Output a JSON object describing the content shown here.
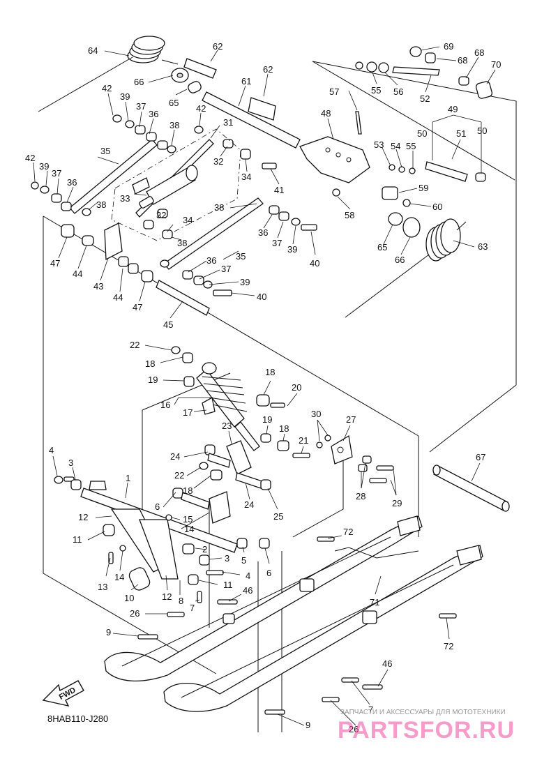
{
  "diagram_code": "8HAB110-J280",
  "fwd_label": "FWD",
  "watermark": {
    "tagline": "ЗАПЧАСТИ И АКСЕССУАРЫ ДЛЯ МОТОТЕХНИКИ",
    "brand": "PARTSFOR.RU"
  },
  "callouts": [
    {
      "id": "c64a",
      "text": "64"
    },
    {
      "id": "c62a",
      "text": "62"
    },
    {
      "id": "c62b",
      "text": "62"
    },
    {
      "id": "c66a",
      "text": "66"
    },
    {
      "id": "c65a",
      "text": "65"
    },
    {
      "id": "c61",
      "text": "61"
    },
    {
      "id": "c42a",
      "text": "42"
    },
    {
      "id": "c39a",
      "text": "39"
    },
    {
      "id": "c37a",
      "text": "37"
    },
    {
      "id": "c36a",
      "text": "36"
    },
    {
      "id": "c38a",
      "text": "38"
    },
    {
      "id": "c42b",
      "text": "42"
    },
    {
      "id": "c31",
      "text": "31"
    },
    {
      "id": "c35a",
      "text": "35"
    },
    {
      "id": "c42c",
      "text": "42"
    },
    {
      "id": "c39b",
      "text": "39"
    },
    {
      "id": "c37b",
      "text": "37"
    },
    {
      "id": "c36b",
      "text": "36"
    },
    {
      "id": "c32a",
      "text": "32"
    },
    {
      "id": "c34a",
      "text": "34"
    },
    {
      "id": "c33",
      "text": "33"
    },
    {
      "id": "c38b",
      "text": "38"
    },
    {
      "id": "c32b",
      "text": "32"
    },
    {
      "id": "c34b",
      "text": "34"
    },
    {
      "id": "c38c",
      "text": "38"
    },
    {
      "id": "c41",
      "text": "41"
    },
    {
      "id": "c38d",
      "text": "38"
    },
    {
      "id": "c36c",
      "text": "36"
    },
    {
      "id": "c37c",
      "text": "37"
    },
    {
      "id": "c39c",
      "text": "39"
    },
    {
      "id": "c40a",
      "text": "40"
    },
    {
      "id": "c47a",
      "text": "47"
    },
    {
      "id": "c44a",
      "text": "44"
    },
    {
      "id": "c43",
      "text": "43"
    },
    {
      "id": "c44b",
      "text": "44"
    },
    {
      "id": "c47b",
      "text": "47"
    },
    {
      "id": "c35b",
      "text": "35"
    },
    {
      "id": "c36d",
      "text": "36"
    },
    {
      "id": "c37d",
      "text": "37"
    },
    {
      "id": "c39d",
      "text": "39"
    },
    {
      "id": "c40b",
      "text": "40"
    },
    {
      "id": "c45",
      "text": "45"
    },
    {
      "id": "c69",
      "text": "69"
    },
    {
      "id": "c68a",
      "text": "68"
    },
    {
      "id": "c68b",
      "text": "68"
    },
    {
      "id": "c70",
      "text": "70"
    },
    {
      "id": "c55a",
      "text": "55"
    },
    {
      "id": "c56",
      "text": "56"
    },
    {
      "id": "c52",
      "text": "52"
    },
    {
      "id": "c57",
      "text": "57"
    },
    {
      "id": "c48",
      "text": "48"
    },
    {
      "id": "c49",
      "text": "49"
    },
    {
      "id": "c50a",
      "text": "50"
    },
    {
      "id": "c51",
      "text": "51"
    },
    {
      "id": "c50b",
      "text": "50"
    },
    {
      "id": "c53",
      "text": "53"
    },
    {
      "id": "c54",
      "text": "54"
    },
    {
      "id": "c55b",
      "text": "55"
    },
    {
      "id": "c59",
      "text": "59"
    },
    {
      "id": "c60",
      "text": "60"
    },
    {
      "id": "c58",
      "text": "58"
    },
    {
      "id": "c65b",
      "text": "65"
    },
    {
      "id": "c66b",
      "text": "66"
    },
    {
      "id": "c63",
      "text": "63"
    },
    {
      "id": "c22a",
      "text": "22"
    },
    {
      "id": "c18a",
      "text": "18"
    },
    {
      "id": "c19a",
      "text": "19"
    },
    {
      "id": "c16",
      "text": "16"
    },
    {
      "id": "c17",
      "text": "17"
    },
    {
      "id": "c18b",
      "text": "18"
    },
    {
      "id": "c20",
      "text": "20"
    },
    {
      "id": "c19b",
      "text": "19"
    },
    {
      "id": "c18c",
      "text": "18"
    },
    {
      "id": "c21",
      "text": "21"
    },
    {
      "id": "c30",
      "text": "30"
    },
    {
      "id": "c27",
      "text": "27"
    },
    {
      "id": "c23",
      "text": "23"
    },
    {
      "id": "c24a",
      "text": "24"
    },
    {
      "id": "c22b",
      "text": "22"
    },
    {
      "id": "c18d",
      "text": "18"
    },
    {
      "id": "c24b",
      "text": "24"
    },
    {
      "id": "c25",
      "text": "25"
    },
    {
      "id": "c28",
      "text": "28"
    },
    {
      "id": "c29",
      "text": "29"
    },
    {
      "id": "c67",
      "text": "67"
    },
    {
      "id": "c4a",
      "text": "4"
    },
    {
      "id": "c3a",
      "text": "3"
    },
    {
      "id": "c1",
      "text": "1"
    },
    {
      "id": "c6a",
      "text": "6"
    },
    {
      "id": "c15",
      "text": "15"
    },
    {
      "id": "c14a",
      "text": "14"
    },
    {
      "id": "c12a",
      "text": "12"
    },
    {
      "id": "c11a",
      "text": "11"
    },
    {
      "id": "c2",
      "text": "2"
    },
    {
      "id": "c3b",
      "text": "3"
    },
    {
      "id": "c5",
      "text": "5"
    },
    {
      "id": "c6b",
      "text": "6"
    },
    {
      "id": "c4b",
      "text": "4"
    },
    {
      "id": "c13",
      "text": "13"
    },
    {
      "id": "c14b",
      "text": "14"
    },
    {
      "id": "c11b",
      "text": "11"
    },
    {
      "id": "c10",
      "text": "10"
    },
    {
      "id": "c12b",
      "text": "12"
    },
    {
      "id": "c8",
      "text": "8"
    },
    {
      "id": "c7a",
      "text": "7"
    },
    {
      "id": "c46a",
      "text": "46"
    },
    {
      "id": "c26a",
      "text": "26"
    },
    {
      "id": "c9a",
      "text": "9"
    },
    {
      "id": "c72a",
      "text": "72"
    },
    {
      "id": "c71",
      "text": "71"
    },
    {
      "id": "c72b",
      "text": "72"
    },
    {
      "id": "c46b",
      "text": "46"
    },
    {
      "id": "c7b",
      "text": "7"
    },
    {
      "id": "c26b",
      "text": "26"
    },
    {
      "id": "c9b",
      "text": "9"
    }
  ]
}
